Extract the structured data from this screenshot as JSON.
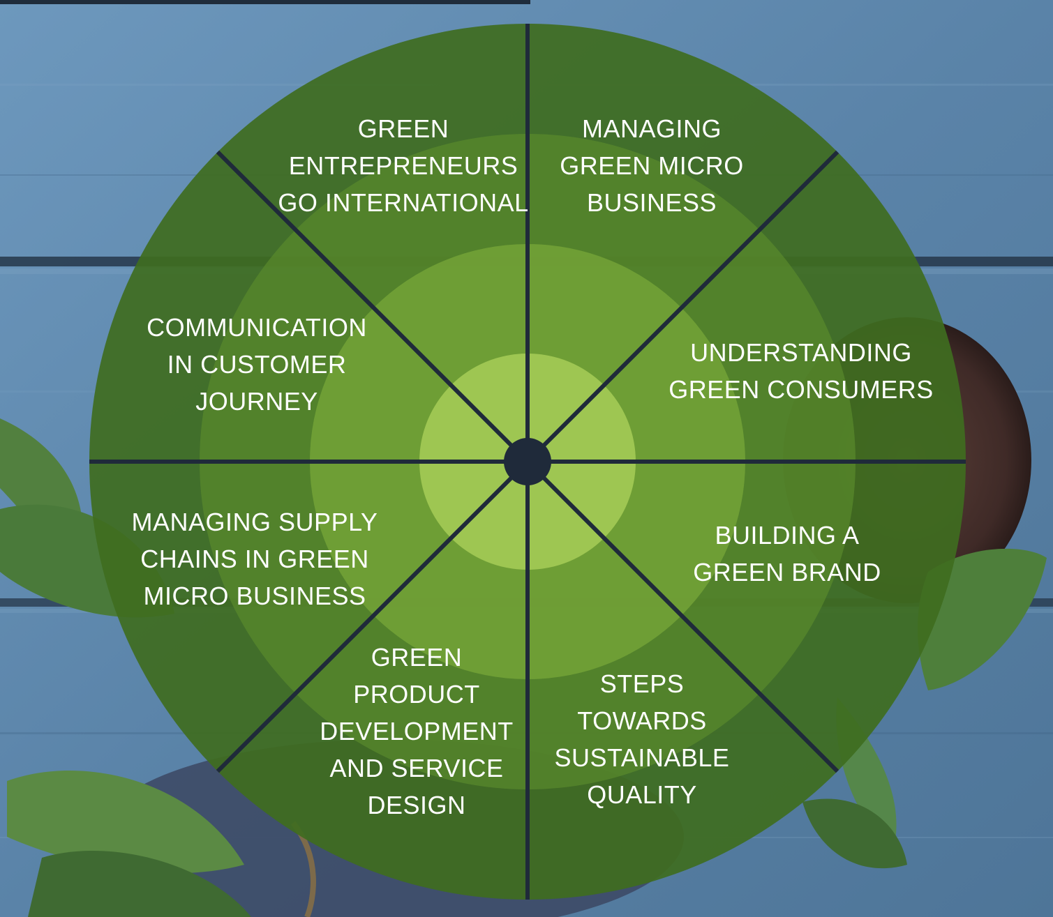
{
  "colors": {
    "wood_blue": "#5b84a8",
    "wood_blue_light": "#6e97ba",
    "wood_gap": "#1f2c3b",
    "leaf_green": "#4f7a3c",
    "leaf_green_dark": "#2f5128",
    "ring_outer": "#3f6d1f",
    "ring_2": "#5a8a2c",
    "ring_3": "#7aa93b",
    "ring_inner": "#a7cc57",
    "divider": "#1f2a3a",
    "hub": "#1f2a3a",
    "label_text": "#ffffff"
  },
  "diagram": {
    "segments": [
      {
        "id": "green-entrepreneurs-go-international",
        "lines": [
          "GREEN",
          "ENTREPRENEURS",
          "GO INTERNATIONAL"
        ]
      },
      {
        "id": "managing-green-micro-business",
        "lines": [
          "MANAGING",
          "GREEN MICRO",
          "BUSINESS"
        ]
      },
      {
        "id": "understanding-green-consumers",
        "lines": [
          "UNDERSTANDING",
          "GREEN CONSUMERS"
        ]
      },
      {
        "id": "building-a-green-brand",
        "lines": [
          "BUILDING A",
          "GREEN BRAND"
        ]
      },
      {
        "id": "steps-towards-sustainable-quality",
        "lines": [
          "STEPS",
          "TOWARDS",
          "SUSTAINABLE",
          "QUALITY"
        ]
      },
      {
        "id": "green-product-development-and-service-design",
        "lines": [
          "GREEN",
          "PRODUCT",
          "DEVELOPMENT",
          "AND SERVICE",
          "DESIGN"
        ]
      },
      {
        "id": "managing-supply-chains-in-green-micro-business",
        "lines": [
          "MANAGING SUPPLY",
          "CHAINS IN GREEN",
          "MICRO BUSINESS"
        ]
      },
      {
        "id": "communication-in-customer-journey",
        "lines": [
          "COMMUNICATION",
          "IN CUSTOMER",
          "JOURNEY"
        ]
      }
    ]
  }
}
